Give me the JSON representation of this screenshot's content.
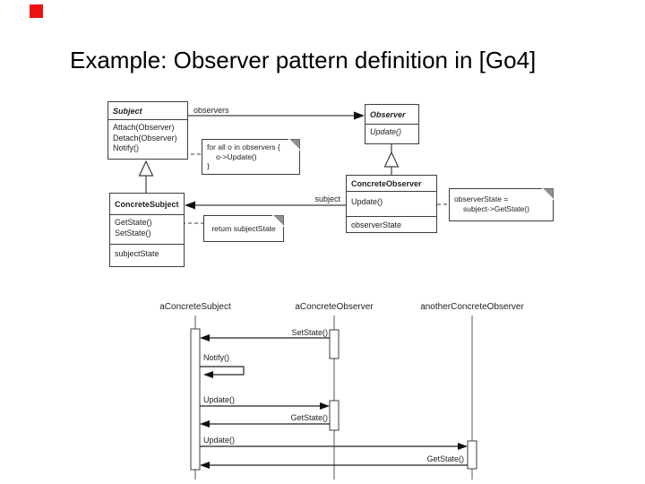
{
  "slide": {
    "title": "Example: Observer pattern definition in [Go4]",
    "accent_color": "#ee1111"
  },
  "class_diagram": {
    "classes": {
      "subject": {
        "name": "Subject",
        "methods": [
          "Attach(Observer)",
          "Detach(Observer)",
          "Notify()"
        ]
      },
      "observer": {
        "name": "Observer",
        "methods": [
          "Update()"
        ]
      },
      "concrete_subject": {
        "name": "ConcreteSubject",
        "methods": [
          "GetState()",
          "SetState()"
        ],
        "attributes": [
          "subjectState"
        ]
      },
      "concrete_observer": {
        "name": "ConcreteObserver",
        "methods": [
          "Update()"
        ],
        "attributes": [
          "observerState"
        ]
      }
    },
    "labels": {
      "observers": "observers",
      "subject": "subject"
    },
    "notes": {
      "notify": {
        "line1": "for all o in observers {",
        "line2": "o->Update()",
        "line3": "}"
      },
      "get_state": {
        "line1": "return subjectState"
      },
      "update": {
        "line1": "observerState =",
        "line2": "subject->GetState()"
      }
    }
  },
  "sequence_diagram": {
    "lifelines": [
      "aConcreteSubject",
      "aConcreteObserver",
      "anotherConcreteObserver"
    ],
    "messages": [
      "SetState()",
      "Notify()",
      "Update()",
      "GetState()",
      "Update()",
      "GetState()"
    ]
  }
}
